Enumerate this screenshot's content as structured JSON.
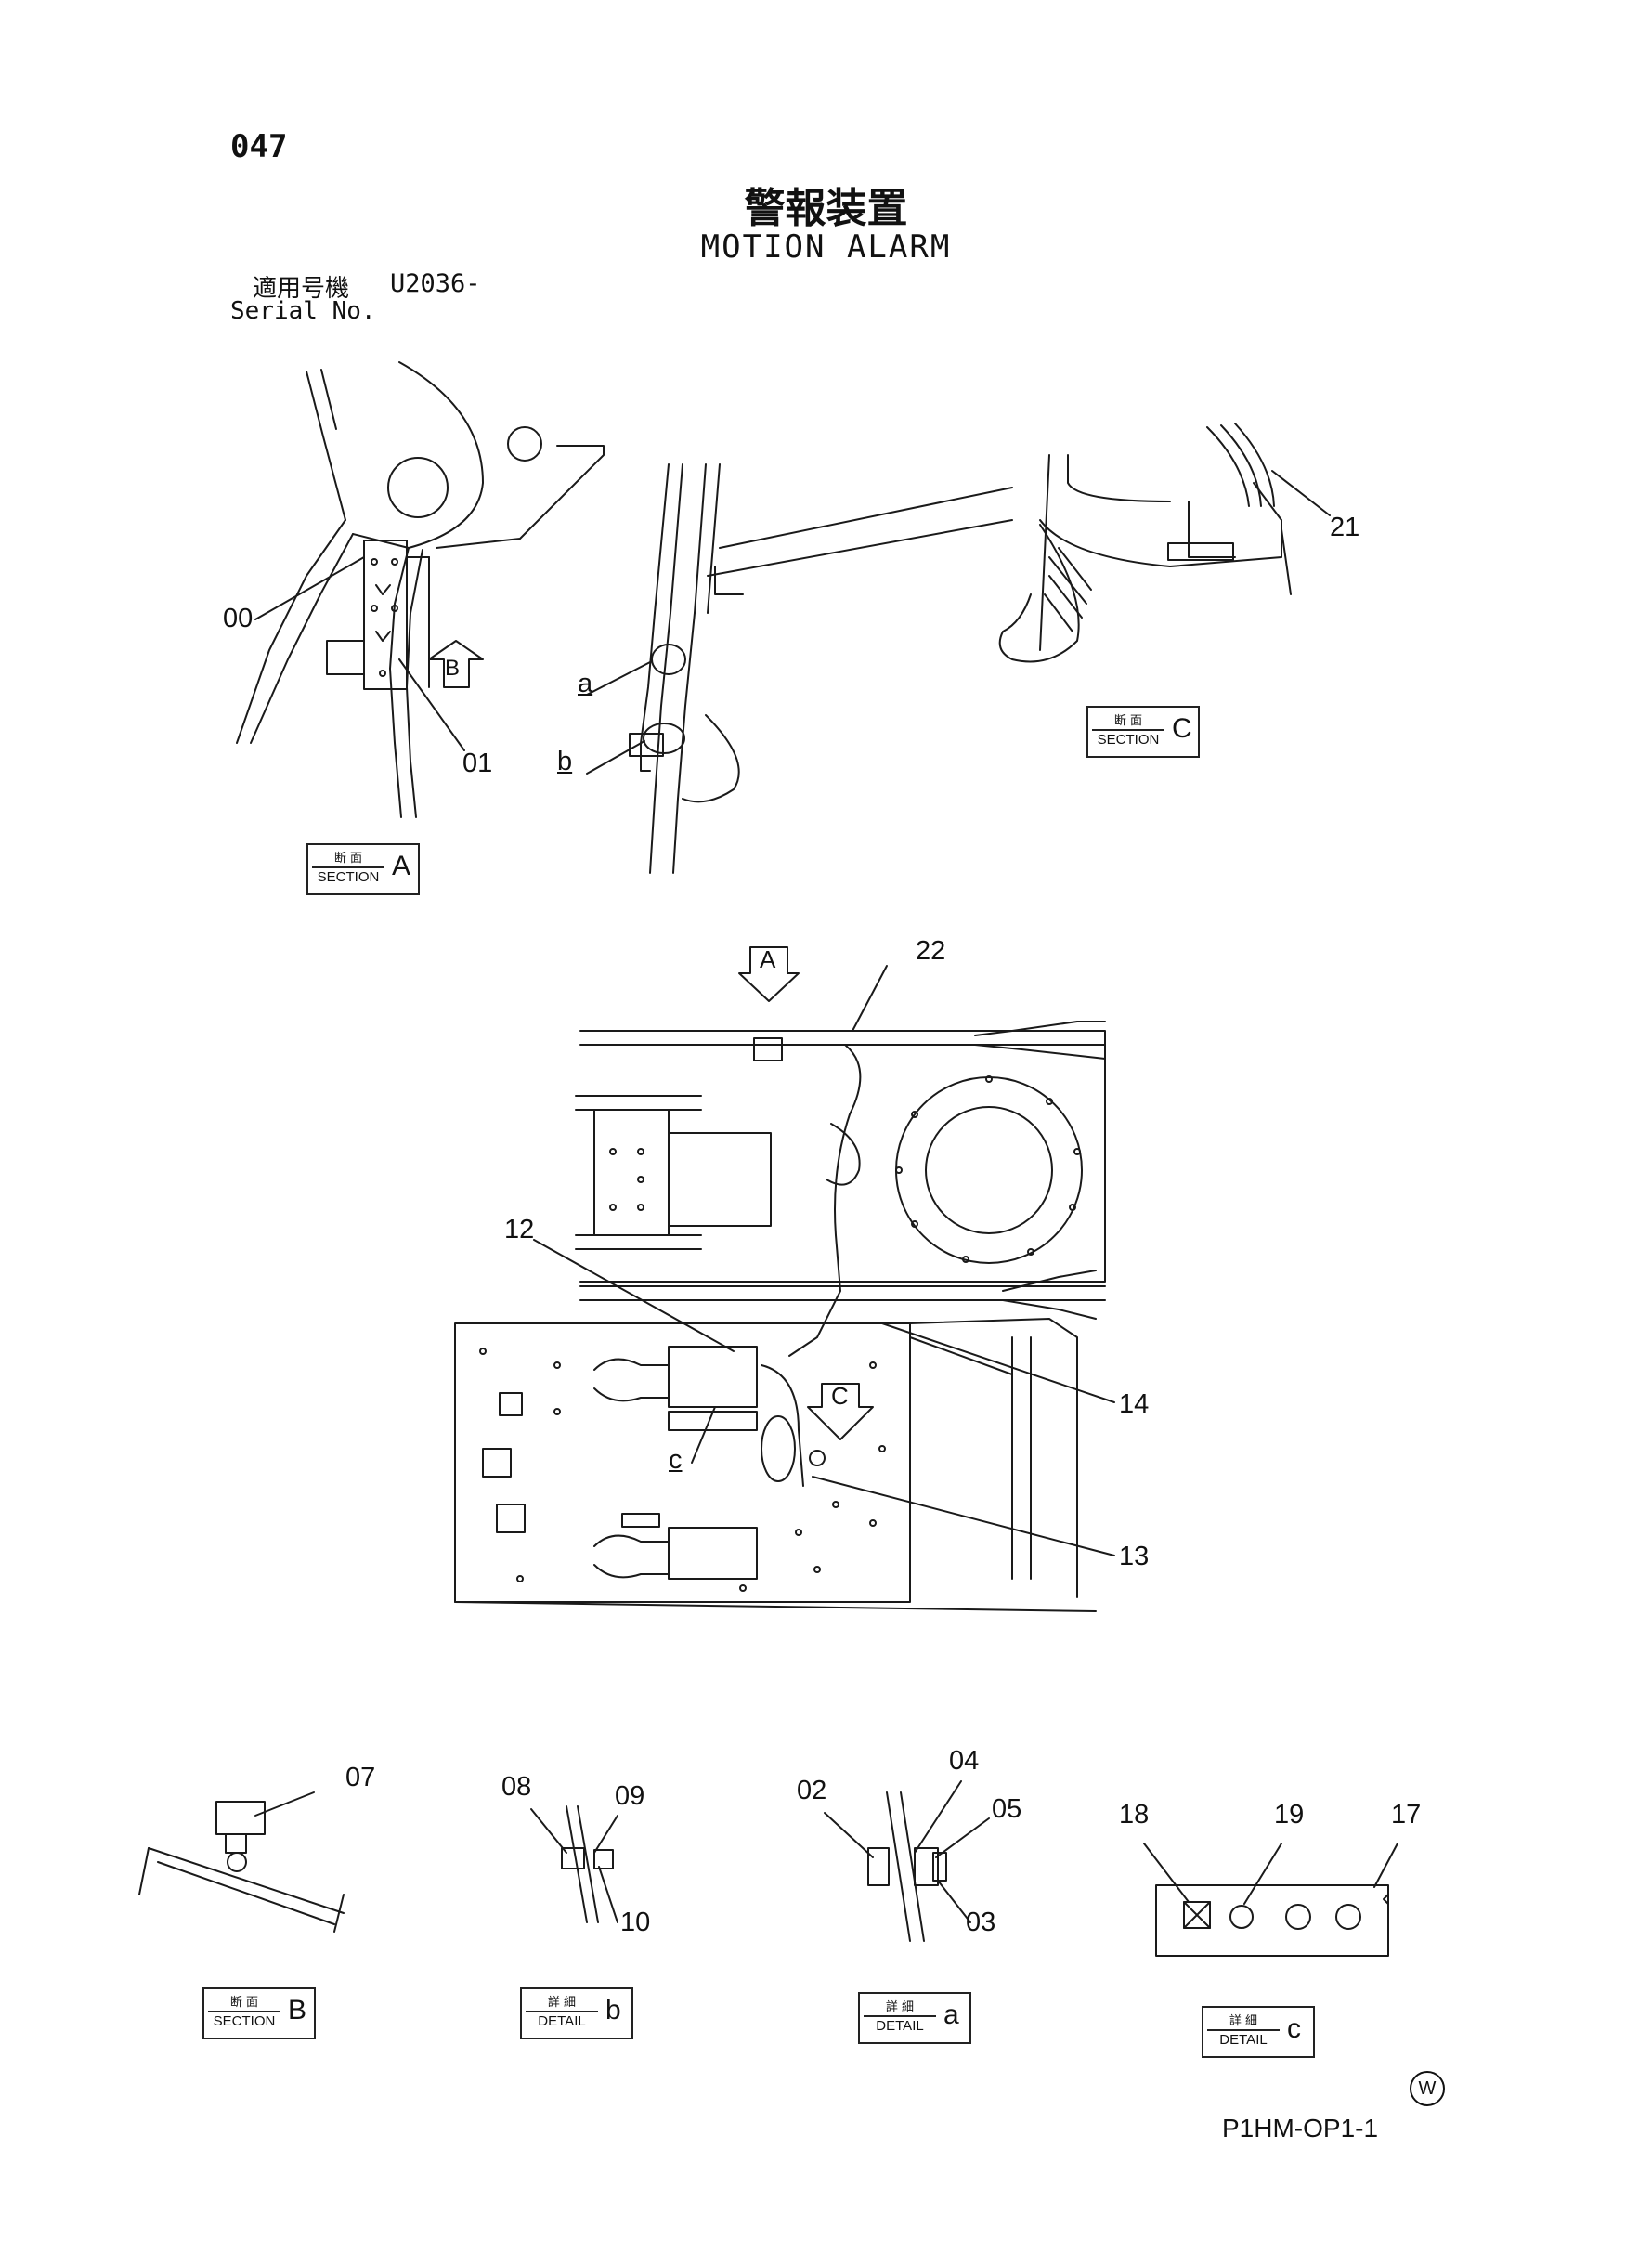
{
  "header": {
    "sheet_no": "047",
    "title_jp": "警報装置",
    "title_en": "MOTION ALARM",
    "serial_label_jp": "適用号機",
    "serial_value": "U2036-",
    "serial_label_en": "Serial No."
  },
  "callouts": {
    "c00": "00",
    "c01": "01",
    "c02": "02",
    "c03": "03",
    "c04": "04",
    "c05": "05",
    "c07": "07",
    "c08": "08",
    "c09": "09",
    "c10": "10",
    "c12": "12",
    "c13": "13",
    "c14": "14",
    "c17": "17",
    "c18": "18",
    "c19": "19",
    "c21": "21",
    "c22": "22",
    "ca": "a",
    "cb": "b",
    "cc": "c"
  },
  "view_arrows": {
    "A": "A",
    "B": "B",
    "C": "C"
  },
  "section_labels": {
    "section_a": {
      "jp": "断 面",
      "en": "SECTION",
      "letter": "A"
    },
    "section_b": {
      "jp": "断 面",
      "en": "SECTION",
      "letter": "B"
    },
    "section_c": {
      "jp": "断 面",
      "en": "SECTION",
      "letter": "C"
    },
    "detail_a": {
      "jp": "詳 細",
      "en": "DETAIL",
      "letter": "a"
    },
    "detail_b": {
      "jp": "詳 細",
      "en": "DETAIL",
      "letter": "b"
    },
    "detail_c": {
      "jp": "詳 細",
      "en": "DETAIL",
      "letter": "c"
    }
  },
  "footer": {
    "doc_code": "P1HM-OP1-1",
    "mark": "W"
  }
}
